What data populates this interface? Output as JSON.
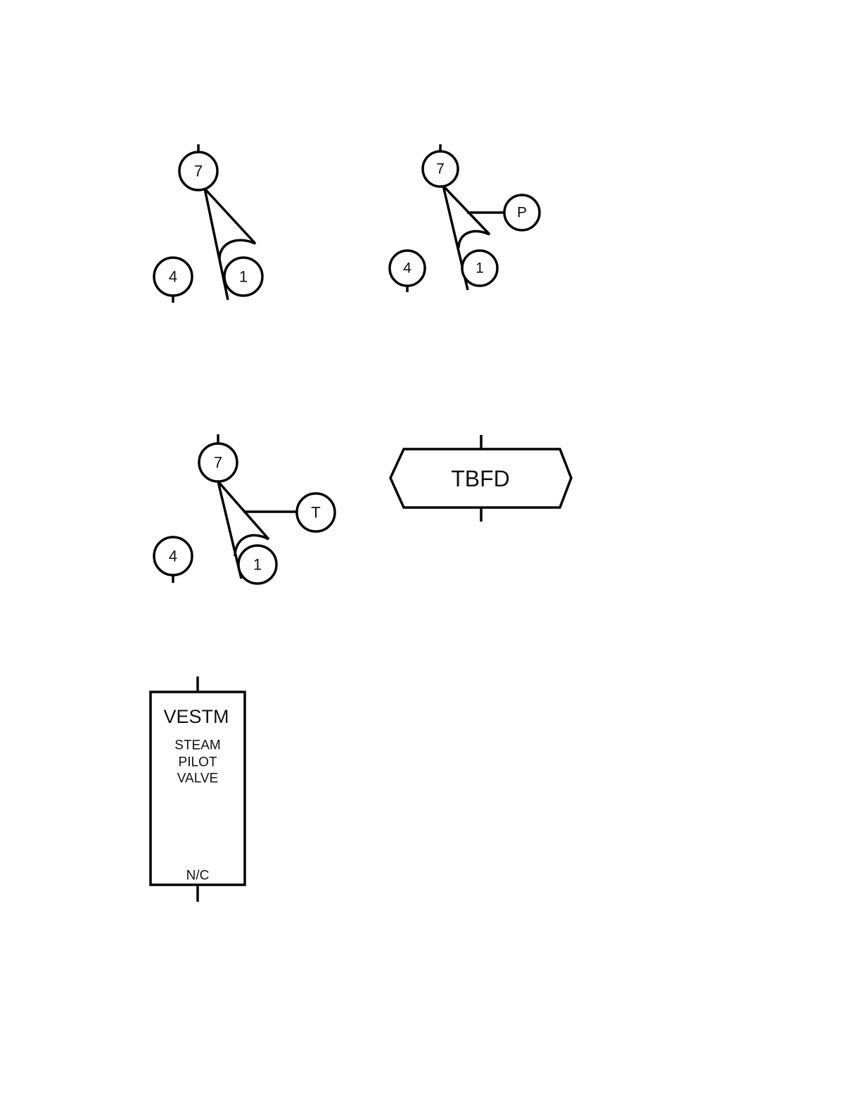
{
  "symbols": {
    "switch_plain": {
      "top": "7",
      "bottom_left": "4",
      "bottom_right": "1"
    },
    "switch_pressure": {
      "top": "7",
      "bottom_left": "4",
      "bottom_right": "1",
      "actuator": "P"
    },
    "switch_temperature": {
      "top": "7",
      "bottom_left": "4",
      "bottom_right": "1",
      "actuator": "T"
    },
    "tbfd": {
      "label": "TBFD"
    },
    "vestm": {
      "title": "VESTM",
      "line1": "STEAM",
      "line2": "PILOT",
      "line3": "VALVE",
      "state": "N/C"
    }
  }
}
